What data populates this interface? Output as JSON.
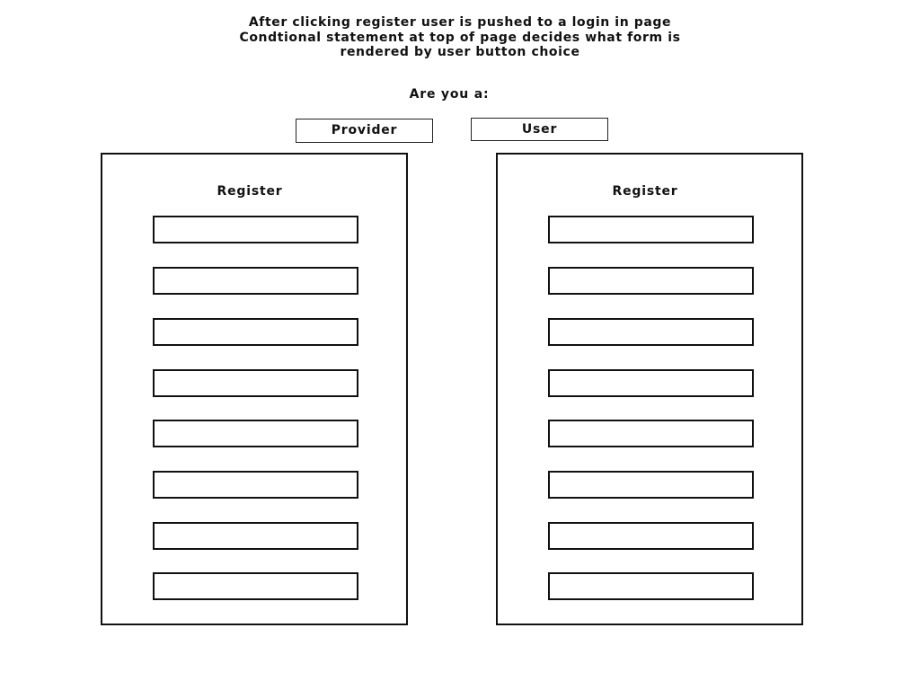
{
  "annotation": {
    "lines": [
      "After clicking register user is pushed to a login in page",
      "Condtional statement at top of page decides what form is",
      "rendered by user button choice"
    ]
  },
  "role_selector": {
    "question": "Are you a:",
    "provider_label": "Provider",
    "user_label": "User"
  },
  "provider_form": {
    "title": "Register",
    "fields": [
      "",
      "",
      "",
      "",
      "",
      "",
      "",
      ""
    ]
  },
  "user_form": {
    "title": "Register",
    "fields": [
      "",
      "",
      "",
      "",
      "",
      "",
      "",
      ""
    ]
  }
}
